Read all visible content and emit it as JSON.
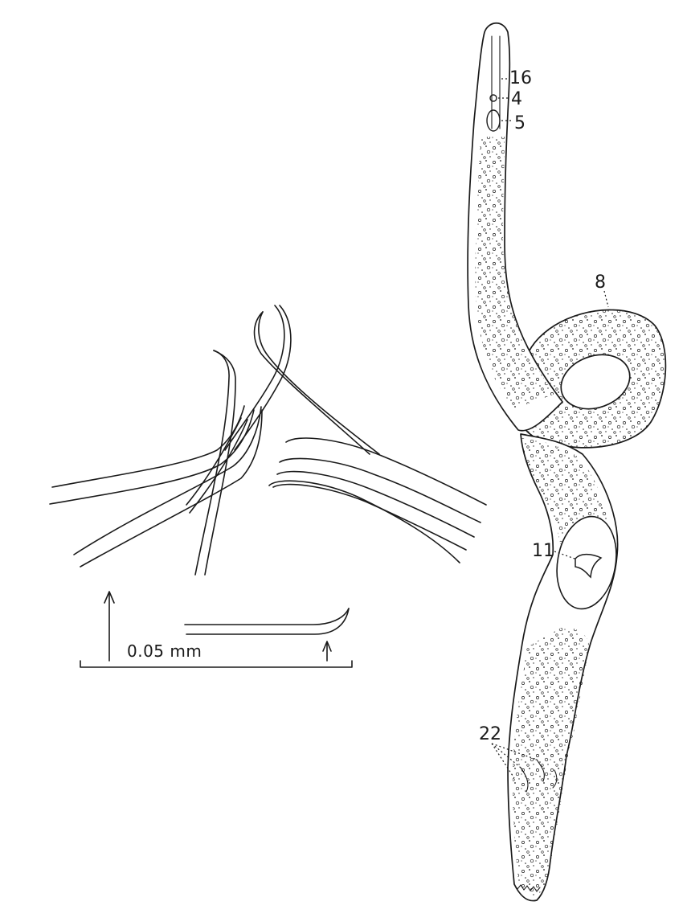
{
  "labels": {
    "l16": "16",
    "l4": "4",
    "l5": "5",
    "l8": "8",
    "l11": "11",
    "l22": "22"
  },
  "scale_bar": {
    "text": "0.05 mm"
  },
  "colors": {
    "ink": "#1a1a1a",
    "paper": "#ffffff"
  }
}
